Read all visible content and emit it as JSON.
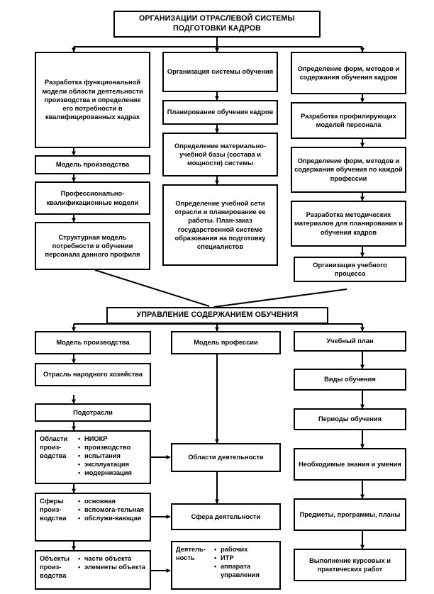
{
  "diagram": {
    "title_banner": "ОРГАНИЗАЦИИ ОТРАСЛЕВОЙ СИСТЕМЫ ПОДГОТОВКИ КАДРОВ",
    "mid_banner": "УПРАВЛЕНИЕ СОДЕРЖАНИЕМ ОБУЧЕНИЯ",
    "top": {
      "col1": [
        "Разработка функциональной модели области деятельности производства и определение его потребности в квалифицированных кадрах",
        "Модель производства",
        "Профессионально-квалификационные модели",
        "Структурная модель потребности в обучении персонала данного профиля"
      ],
      "col2": [
        "Организация системы обучения",
        "Планирование обучения кадров",
        "Определение материально-учебной базы (состава и мощности) системы",
        "Определение учебной сети отрасли и планирование ее работы. План-заказ государственной системе образования на подготовку специалистов"
      ],
      "col3": [
        "Определение форм, методов и содержания обучения кадров",
        "Разработка профилирующих моделей персонала",
        "Определение форм, методов и содержания обучения по каждой профессии",
        "Разработка методических материалов для планирования и обучения кадров",
        "Организация учебного процесса"
      ]
    },
    "bottom": {
      "col1_plain": [
        "Модель производства",
        "Отрасль народного хозяйства",
        "Подотрасли"
      ],
      "col1_lists": [
        {
          "lead": "Области произ-водства",
          "items": [
            "НИОКР",
            "производство",
            "испытания",
            "эксплуатация",
            "модернизация"
          ]
        },
        {
          "lead": "Сферы произ-водства",
          "items": [
            "основная",
            "вспомога-тельная",
            "обслужи-вающая"
          ]
        },
        {
          "lead": "Объекты произ-водства",
          "items": [
            "части объекта",
            "элементы объекта"
          ]
        }
      ],
      "col2_plain": [
        "Модель профессии",
        "Области деятельности",
        "Сфера деятельности"
      ],
      "col2_list": {
        "lead": "Деятель-ность",
        "items": [
          "рабочих",
          "ИТР",
          "аппарата управления"
        ]
      },
      "col3": [
        "Учебный план",
        "Виды обучения",
        "Периоды обучения",
        "Необходимые знания и умения",
        "Предметы, программы, планы",
        "Выполнение курсовых и практических работ"
      ]
    }
  },
  "colors": {
    "ink": "#000000",
    "paper": "#ffffff"
  }
}
